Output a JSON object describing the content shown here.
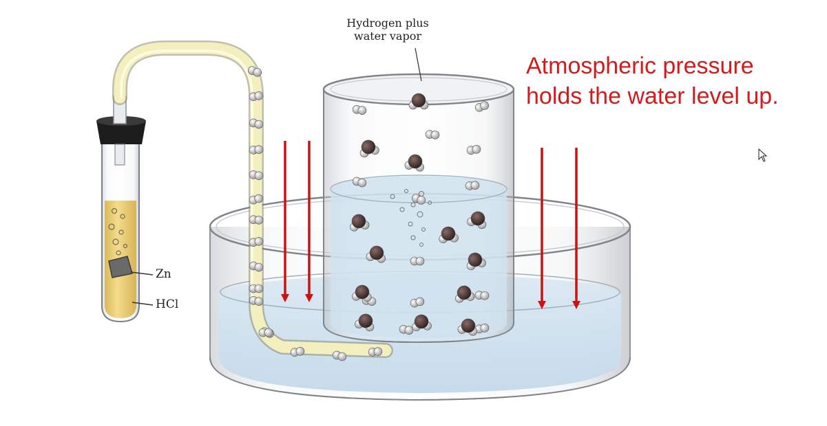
{
  "labels": {
    "gas_label_line1": "Hydrogen plus",
    "gas_label_line2": "water vapor",
    "metal_label": "Zn",
    "acid_label": "HCl"
  },
  "caption": {
    "line1": "Atmospheric pressure",
    "line2": "holds the water level up."
  },
  "colors": {
    "caption": "#d41b1b",
    "arrow": "#cc1111",
    "water": "#cfe3f0",
    "acid": "#f0d98a",
    "tube_fluid": "#f2eab0",
    "water_molecule_oxygen": "#4a3a3a",
    "hydrogen": "#e8e8e8"
  },
  "icons": {
    "cursor": "mouse-pointer-icon"
  }
}
